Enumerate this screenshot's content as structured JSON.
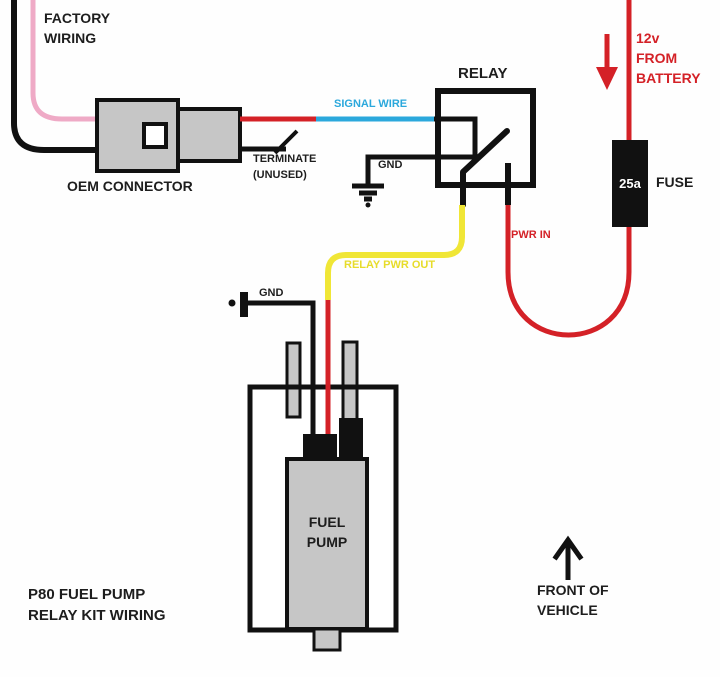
{
  "colors": {
    "background": "#fefefe",
    "wire_black": "#111111",
    "wire_pink": "#efaac6",
    "wire_red": "#d42127",
    "wire_blue": "#2ba8dc",
    "wire_yellow": "#f0e636",
    "label_yellow": "#e7dc2a",
    "box_gray": "#c6c6c6",
    "text_dark": "#1d1d1d"
  },
  "labels": {
    "factory_wiring": "FACTORY\nWIRING",
    "oem_connector": "OEM CONNECTOR",
    "terminate": "TERMINATE\n(UNUSED)",
    "signal_wire": "SIGNAL WIRE",
    "relay": "RELAY",
    "relay_gnd": "GND",
    "battery": "12v\nFROM\nBATTERY",
    "fuse_rating": "25a",
    "fuse": "FUSE",
    "pwr_in": "PWR IN",
    "relay_pwr_out": "RELAY PWR OUT",
    "pump_gnd": "GND",
    "fuel_pump": "FUEL\nPUMP",
    "kit_title": "P80 FUEL PUMP\nRELAY KIT WIRING",
    "front_of_vehicle": "FRONT OF\nVEHICLE"
  }
}
